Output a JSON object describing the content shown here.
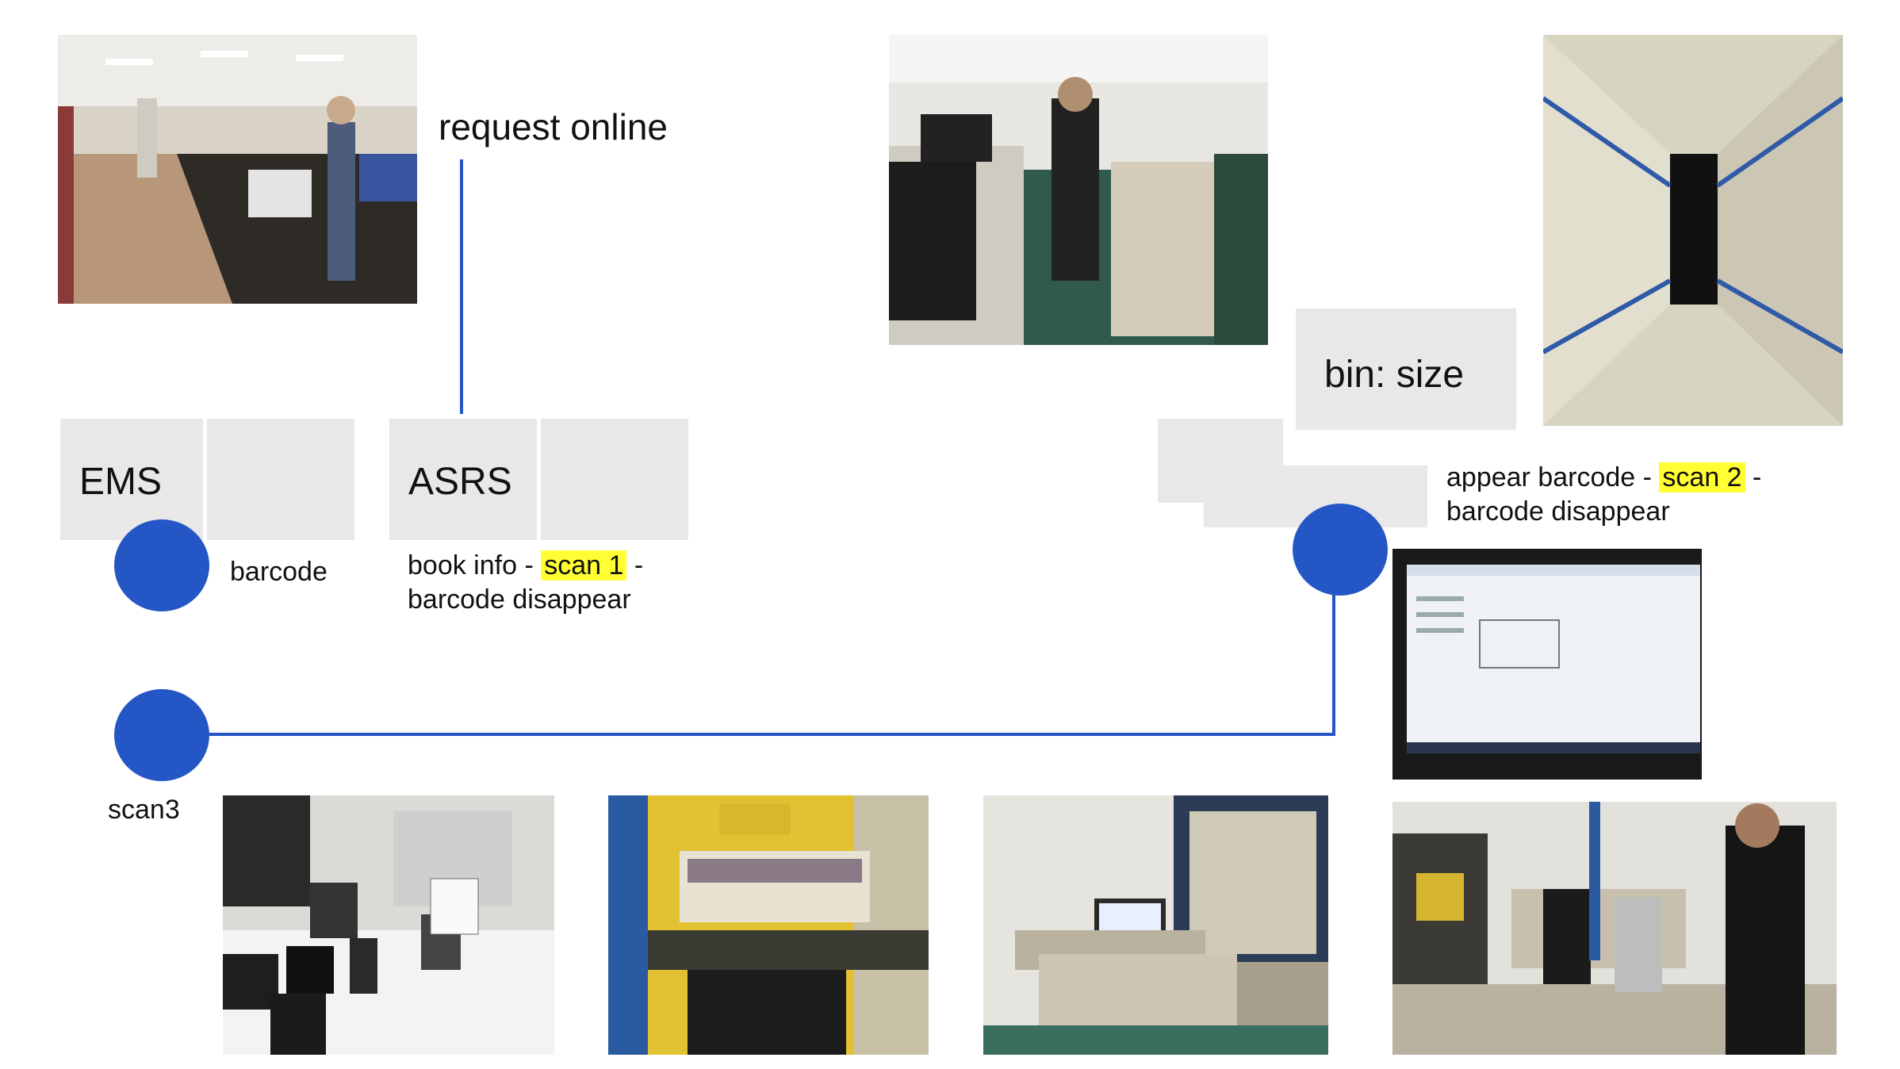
{
  "boxes": {
    "ems": "EMS",
    "asrs": "ASRS",
    "bin": "bin: size"
  },
  "labels": {
    "request": "request online",
    "barcode": "barcode",
    "scan3": "scan3",
    "book_info": {
      "pre": "book info - ",
      "hl": "scan 1",
      "post": " -",
      "line2": "barcode disappear"
    },
    "appear_barcode": {
      "pre": "appear barcode - ",
      "hl": "scan 2",
      "post": " -",
      "line2": "barcode disappear"
    }
  },
  "photos": [
    {
      "name": "library-floor-photo",
      "icon": "photo-library-floor"
    },
    {
      "name": "staff-with-cart-photo",
      "icon": "photo-staff-cart"
    },
    {
      "name": "asrs-aisle-photo",
      "icon": "photo-asrs-aisle"
    },
    {
      "name": "monitor-screen-photo",
      "icon": "photo-monitor"
    },
    {
      "name": "scanners-desk-photo",
      "icon": "photo-scanners"
    },
    {
      "name": "bin-of-books-photo",
      "icon": "photo-bin-books"
    },
    {
      "name": "workstation-photo",
      "icon": "photo-workstation"
    },
    {
      "name": "staff-scanning-photo",
      "icon": "photo-staff-scanning"
    }
  ],
  "colors": {
    "accent": "#2457c5",
    "box": "#e8e8e8",
    "highlight": "#ffff33"
  }
}
